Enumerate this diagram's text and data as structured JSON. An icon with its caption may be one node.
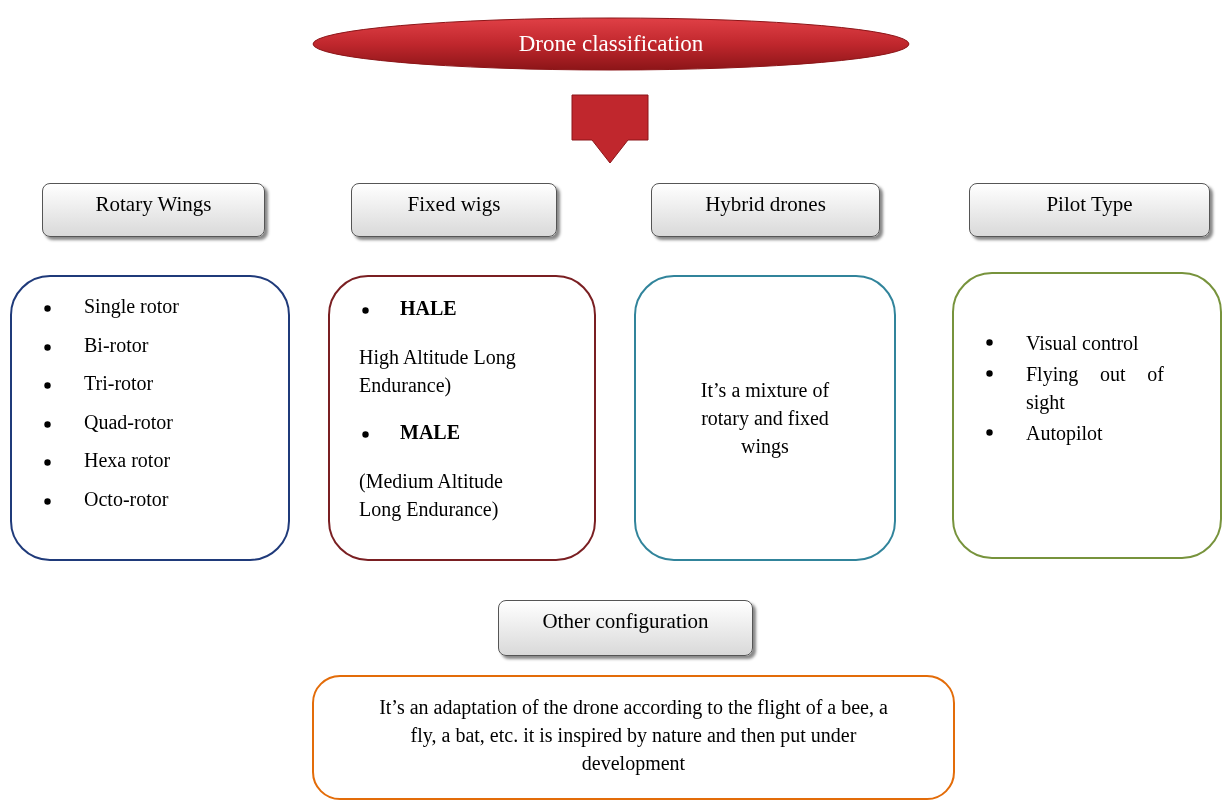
{
  "diagram": {
    "nodes": [
      {
        "text": [
          "Drone classification"
        ]
      },
      {
        "text": [
          "Rotary Wings"
        ]
      },
      {
        "text": [
          "Fixed wigs"
        ]
      },
      {
        "text": [
          "Hybrid drones"
        ]
      },
      {
        "text": [
          "Pilot Type"
        ]
      },
      {
        "text": [
          "Single rotor",
          "Bi-rotor",
          "Tri-rotor",
          "Quad-rotor",
          "Hexa rotor",
          "Octo-rotor"
        ]
      },
      {
        "text": [
          "HALE",
          "High Altitude Long Endurance)",
          "MALE",
          "(Medium Altitude Long Endurance)"
        ]
      },
      {
        "text": [
          "It’s a mixture of rotary and fixed wings"
        ]
      },
      {
        "text": [
          "Visual control",
          "Flying out of sight",
          "Autopilot"
        ]
      },
      {
        "text": [
          "Other configuration"
        ]
      },
      {
        "text": [
          "It’s an adaptation of the drone according to the flight of a bee, a fly, a bat, etc. it is inspired by nature and then put under development"
        ]
      }
    ]
  }
}
